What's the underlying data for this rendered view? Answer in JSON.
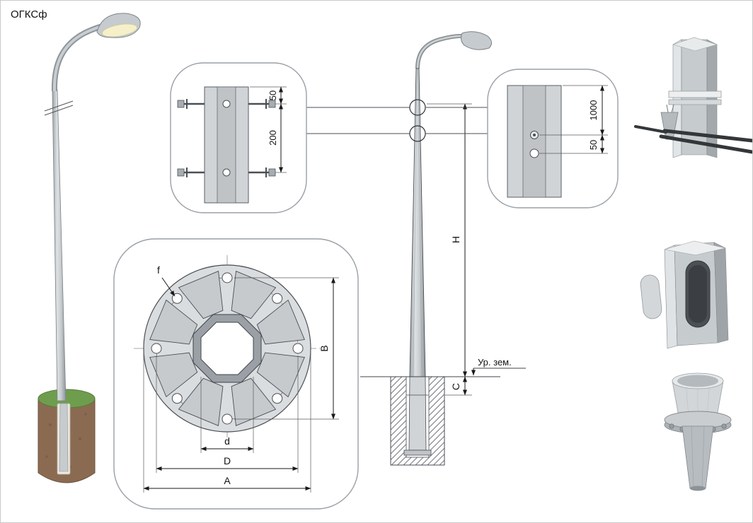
{
  "title": "ОГКСф",
  "callout_top": {
    "dim_offset": "50",
    "dim_spacing": "200"
  },
  "callout_right": {
    "dim_length": "1000",
    "dim_offset": "50"
  },
  "elevation": {
    "dim_height": "H",
    "dim_depth": "C",
    "ground_label": "Ур. зем."
  },
  "flange": {
    "dim_hole": "f",
    "dim_span": "B",
    "dim_inner": "d",
    "dim_bolt_circle": "D",
    "dim_outer": "A"
  },
  "colors": {
    "grass": "#6f9d4e",
    "soil": "#8a6b52",
    "rod": "#33373a",
    "steel_light": "#d0d4d7",
    "steel_mid": "#c3c8cb",
    "steel_dark": "#9aa0a5",
    "callout_border": "#9aa0a6"
  }
}
